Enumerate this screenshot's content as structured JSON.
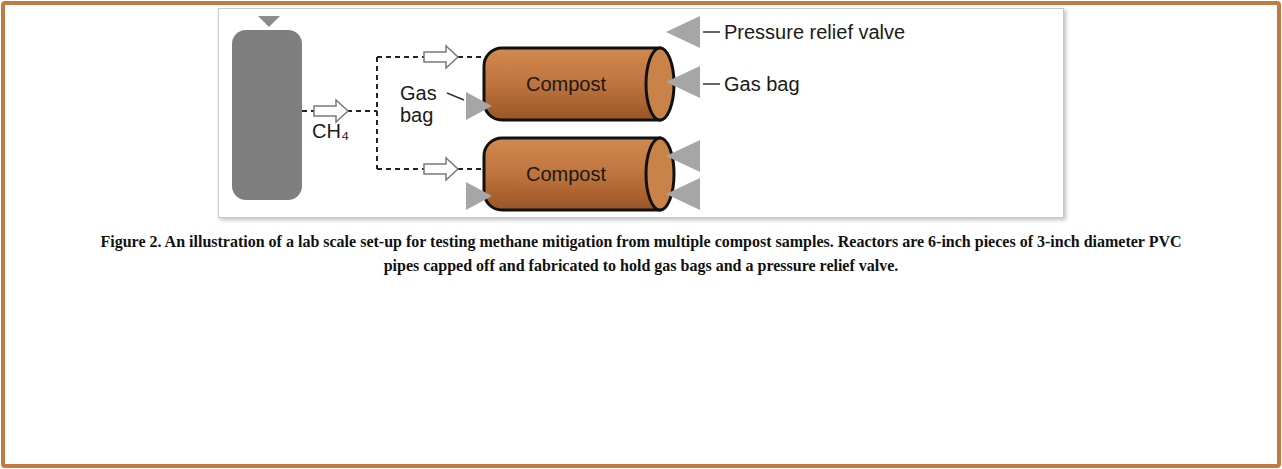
{
  "diagram": {
    "caption": "Figure 2. An illustration of a lab scale set-up for testing methane mitigation from multiple compost samples. Reactors are 6-inch pieces of 3-inch diameter PVC pipes capped off and fabricated to hold gas bags and a pressure relief valve.",
    "nodes": [
      {
        "text": [
          "Compost"
        ]
      },
      {
        "text": [
          "Compost"
        ]
      }
    ],
    "labels": [
      "CH₄",
      "Gas bag",
      "Pressure relief valve",
      "Gas bag"
    ]
  }
}
